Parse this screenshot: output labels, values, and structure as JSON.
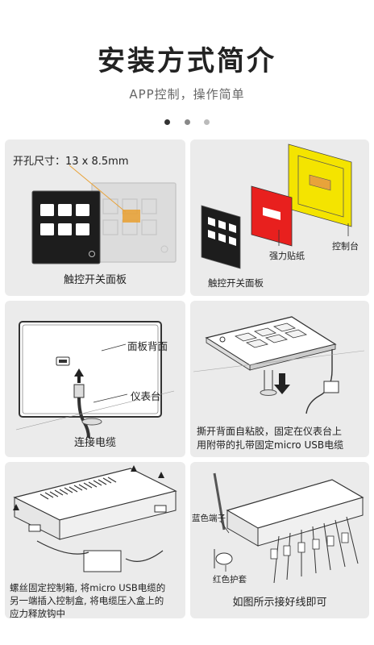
{
  "header": {
    "title": "安装方式简介",
    "subtitle": "APP控制，操作简单",
    "dots": [
      "#333333",
      "#888888",
      "#bbbbbb"
    ]
  },
  "panels": {
    "p1": {
      "hole_size": "开孔尺寸：13 x 8.5mm",
      "caption": "触控开关面板",
      "accent": "#e8a33a"
    },
    "p2": {
      "adhesive": "强力贴纸",
      "dashboard": "控制台",
      "caption": "触控开关面板",
      "red": "#e8201e",
      "yellow": "#f4e400"
    },
    "p3": {
      "back_label": "面板背面",
      "dash_label": "仪表台",
      "caption": "连接电缆"
    },
    "p4": {
      "caption_line1": "撕开背面自粘胶，固定在仪表台上",
      "caption_line2": "用附带的扎带固定micro USB电缆"
    },
    "p5": {
      "caption_line1": "螺丝固定控制箱, 将micro USB电缆的",
      "caption_line2": "另一端插入控制盒, 将电缆压入盒上的",
      "caption_line3": "应力释放钩中"
    },
    "p6": {
      "blue_terminal": "蓝色端子",
      "red_sleeve": "红色护套",
      "caption": "如图所示接好线即可"
    }
  }
}
